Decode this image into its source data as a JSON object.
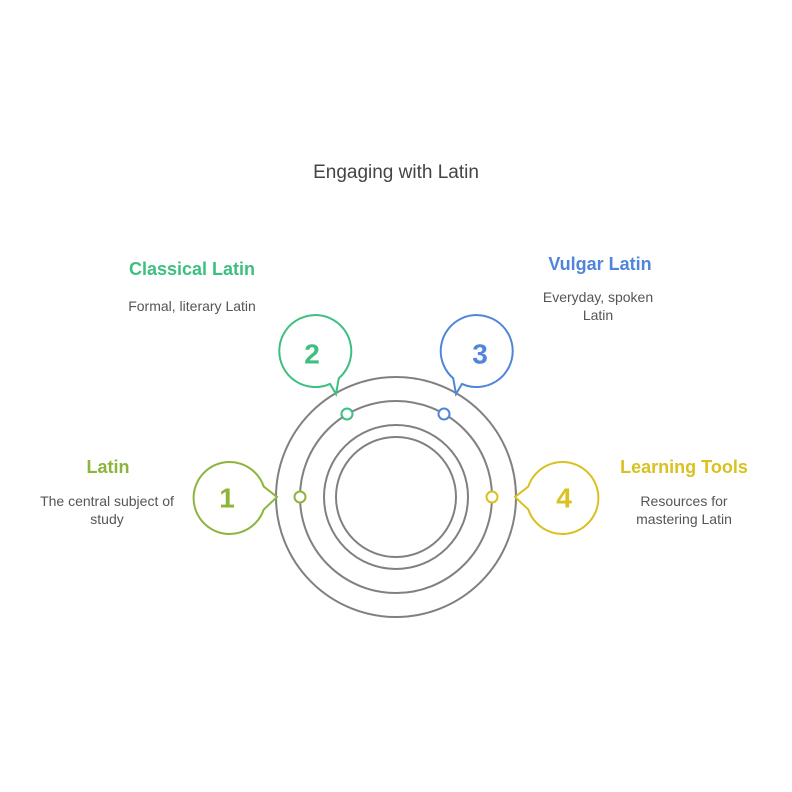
{
  "title": "Engaging with Latin",
  "colors": {
    "ring": "#808080",
    "item1": "#8db53c",
    "item2": "#3dbf7f",
    "item3": "#4f86d9",
    "item4": "#d9c120"
  },
  "items": [
    {
      "number": "1",
      "title": "Latin",
      "description": "The central subject of study"
    },
    {
      "number": "2",
      "title": "Classical Latin",
      "description": "Formal, literary Latin"
    },
    {
      "number": "3",
      "title": "Vulgar Latin",
      "description": "Everyday, spoken Latin"
    },
    {
      "number": "4",
      "title": "Learning Tools",
      "description": "Resources for mastering Latin"
    }
  ]
}
